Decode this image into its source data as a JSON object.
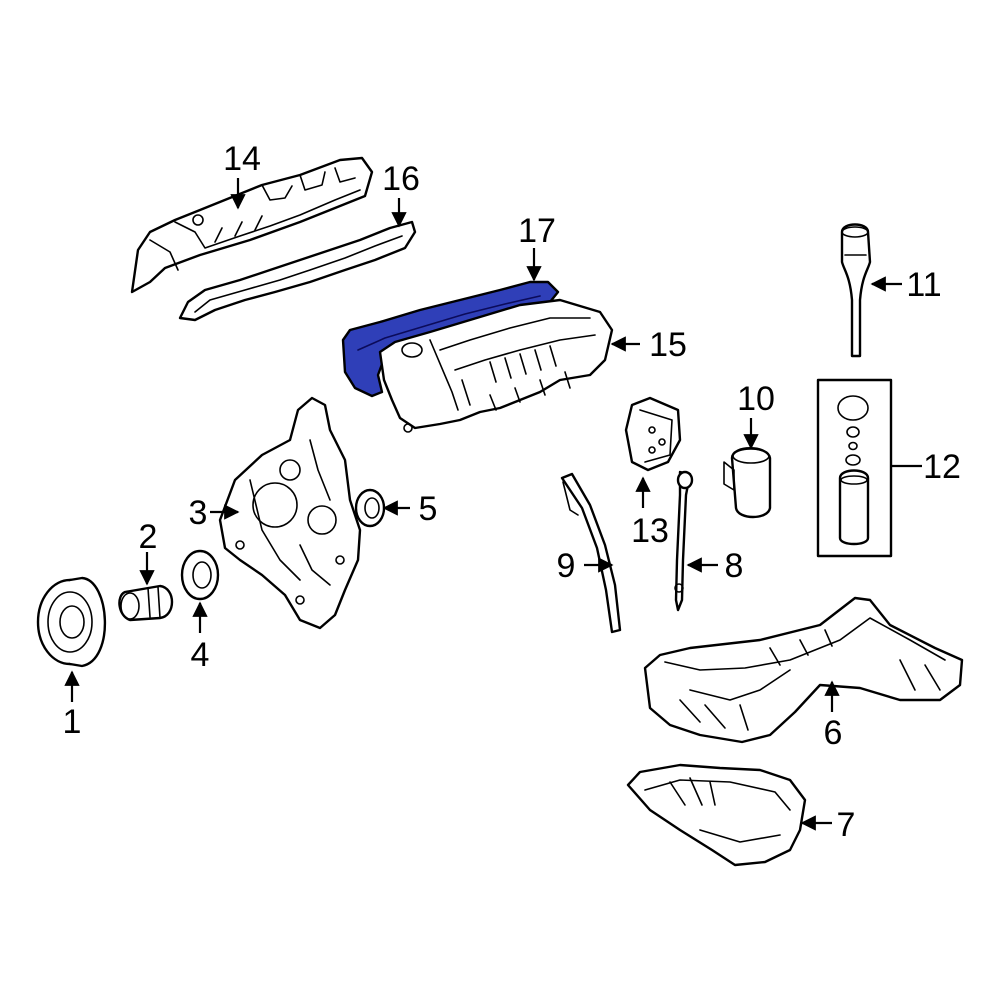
{
  "diagram": {
    "highlight_color": "#2f3fb8",
    "callouts": [
      {
        "id": "1",
        "text": "1"
      },
      {
        "id": "2",
        "text": "2"
      },
      {
        "id": "3",
        "text": "3"
      },
      {
        "id": "4",
        "text": "4"
      },
      {
        "id": "5",
        "text": "5"
      },
      {
        "id": "6",
        "text": "6"
      },
      {
        "id": "7",
        "text": "7"
      },
      {
        "id": "8",
        "text": "8"
      },
      {
        "id": "9",
        "text": "9"
      },
      {
        "id": "10",
        "text": "10"
      },
      {
        "id": "11",
        "text": "11"
      },
      {
        "id": "12",
        "text": "12"
      },
      {
        "id": "13",
        "text": "13"
      },
      {
        "id": "14",
        "text": "14"
      },
      {
        "id": "15",
        "text": "15"
      },
      {
        "id": "16",
        "text": "16"
      },
      {
        "id": "17",
        "text": "17"
      }
    ]
  }
}
